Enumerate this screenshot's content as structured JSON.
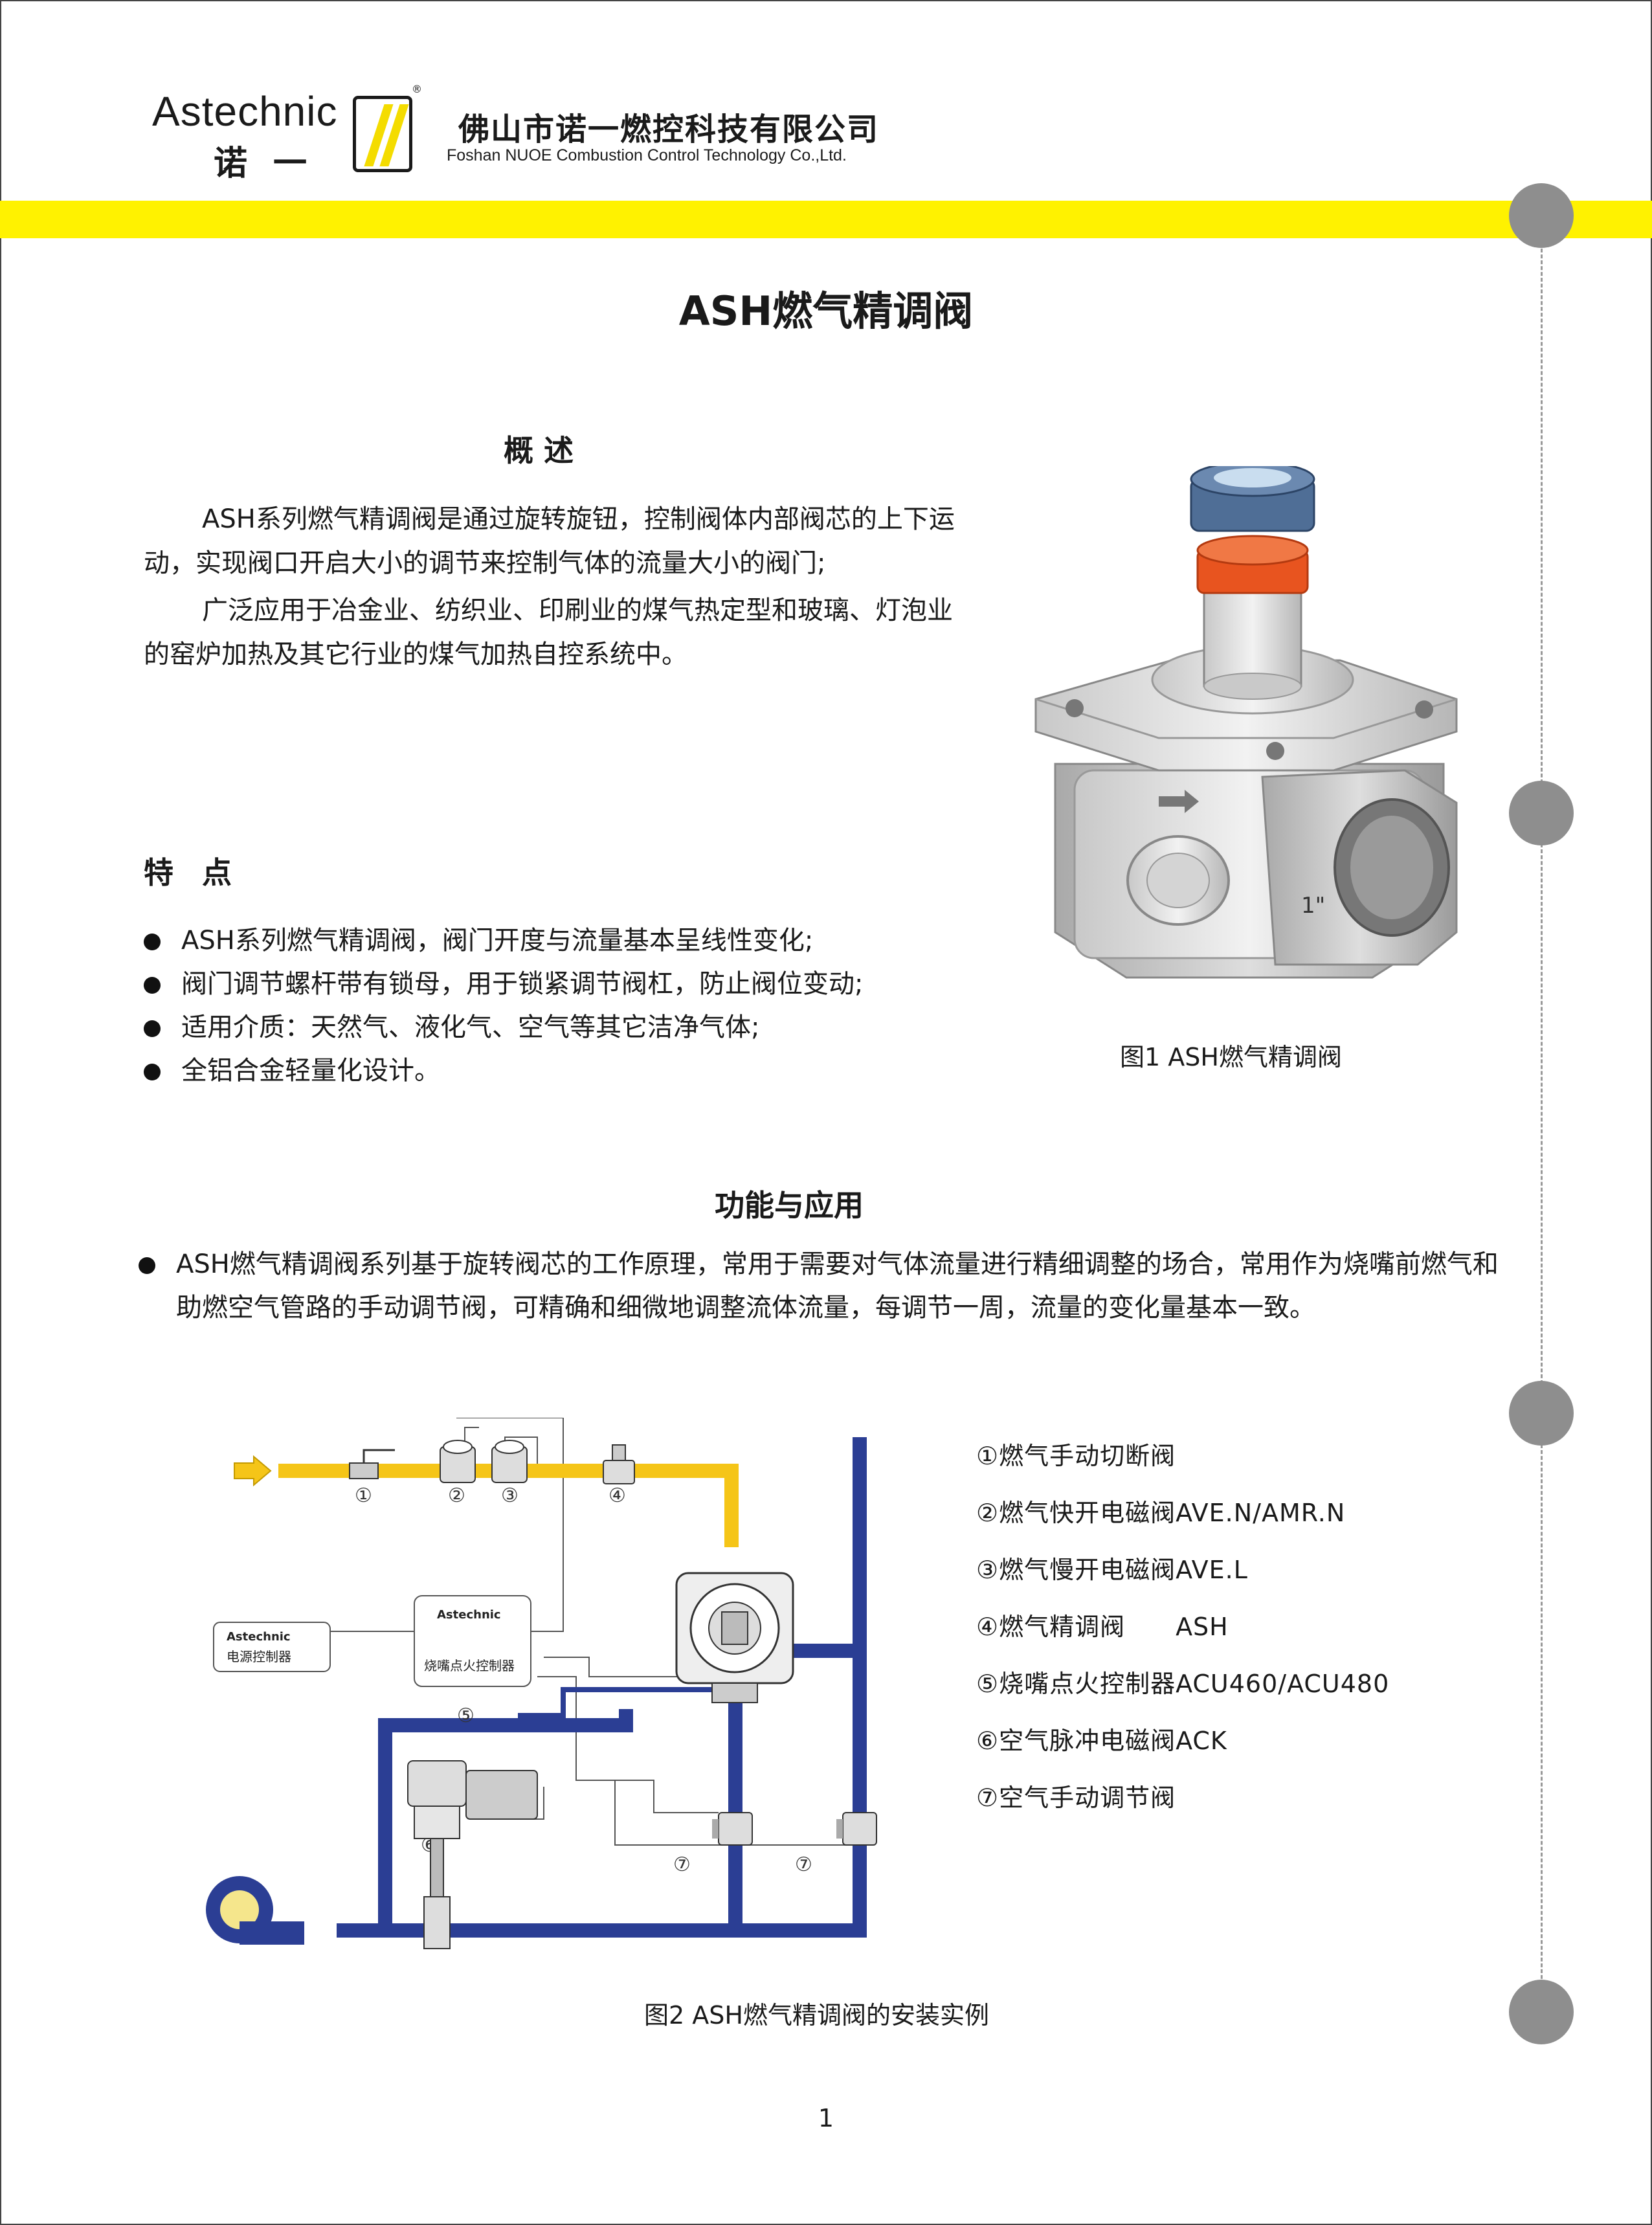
{
  "header": {
    "logo_text": "Astechnic",
    "logo_cn": "诺一",
    "registered": "®",
    "company_cn": "佛山市诺一燃控科技有限公司",
    "company_en": "Foshan NUOE Combustion Control Technology Co.,Ltd."
  },
  "title": "ASH燃气精调阀",
  "overview": {
    "heading": "概 述",
    "paragraphs": [
      "ASH系列燃气精调阀是通过旋转旋钮，控制阀体内部阀芯的上下运动，实现阀口开启大小的调节来控制气体的流量大小的阀门;",
      "广泛应用于冶金业、纺织业、印刷业的煤气热定型和玻璃、灯泡业的窑炉加热及其它行业的煤气加热自控系统中。"
    ]
  },
  "features": {
    "heading": "特点",
    "items": [
      "ASH系列燃气精调阀，阀门开度与流量基本呈线性变化;",
      "阀门调节螺杆带有锁母，用于锁紧调节阀杠，防止阀位变动;",
      "适用介质：天然气、液化气、空气等其它洁净气体;",
      "全铝合金轻量化设计。"
    ]
  },
  "figure1": {
    "caption": "图1 ASH燃气精调阀",
    "thread_mark": "1\""
  },
  "application": {
    "heading": "功能与应用",
    "text": "ASH燃气精调阀系列基于旋转阀芯的工作原理，常用于需要对气体流量进行精细调整的场合，常用作为烧嘴前燃气和助燃空气管路的手动调节阀，可精确和细微地调整流体流量，每调节一周，流量的变化量基本一致。"
  },
  "figure2": {
    "caption": "图2 ASH燃气精调阀的安装实例",
    "markers": [
      "①",
      "②",
      "③",
      "④",
      "⑤",
      "⑥",
      "⑦",
      "⑦"
    ],
    "power_box": {
      "brand": "Astechnic",
      "label": "电源控制器"
    },
    "ignition_box": {
      "brand": "Astechnic",
      "label": "烧嘴点火控制器"
    },
    "legend": [
      "①燃气手动切断阀",
      "②燃气快开电磁阀AVE.N/AMR.N",
      "③燃气慢开电磁阀AVE.L",
      "④燃气精调阀　　ASH",
      "⑤烧嘴点火控制器ACU460/ACU480",
      "⑥空气脉冲电磁阀ACK",
      "⑦空气手动调节阀"
    ],
    "colors": {
      "gas_pipe": "#f5c518",
      "air_pipe": "#2b3e94",
      "wire": "#555555"
    }
  },
  "page_number": "1",
  "colors": {
    "band": "#fff200",
    "hole": "#8e8e8e"
  }
}
